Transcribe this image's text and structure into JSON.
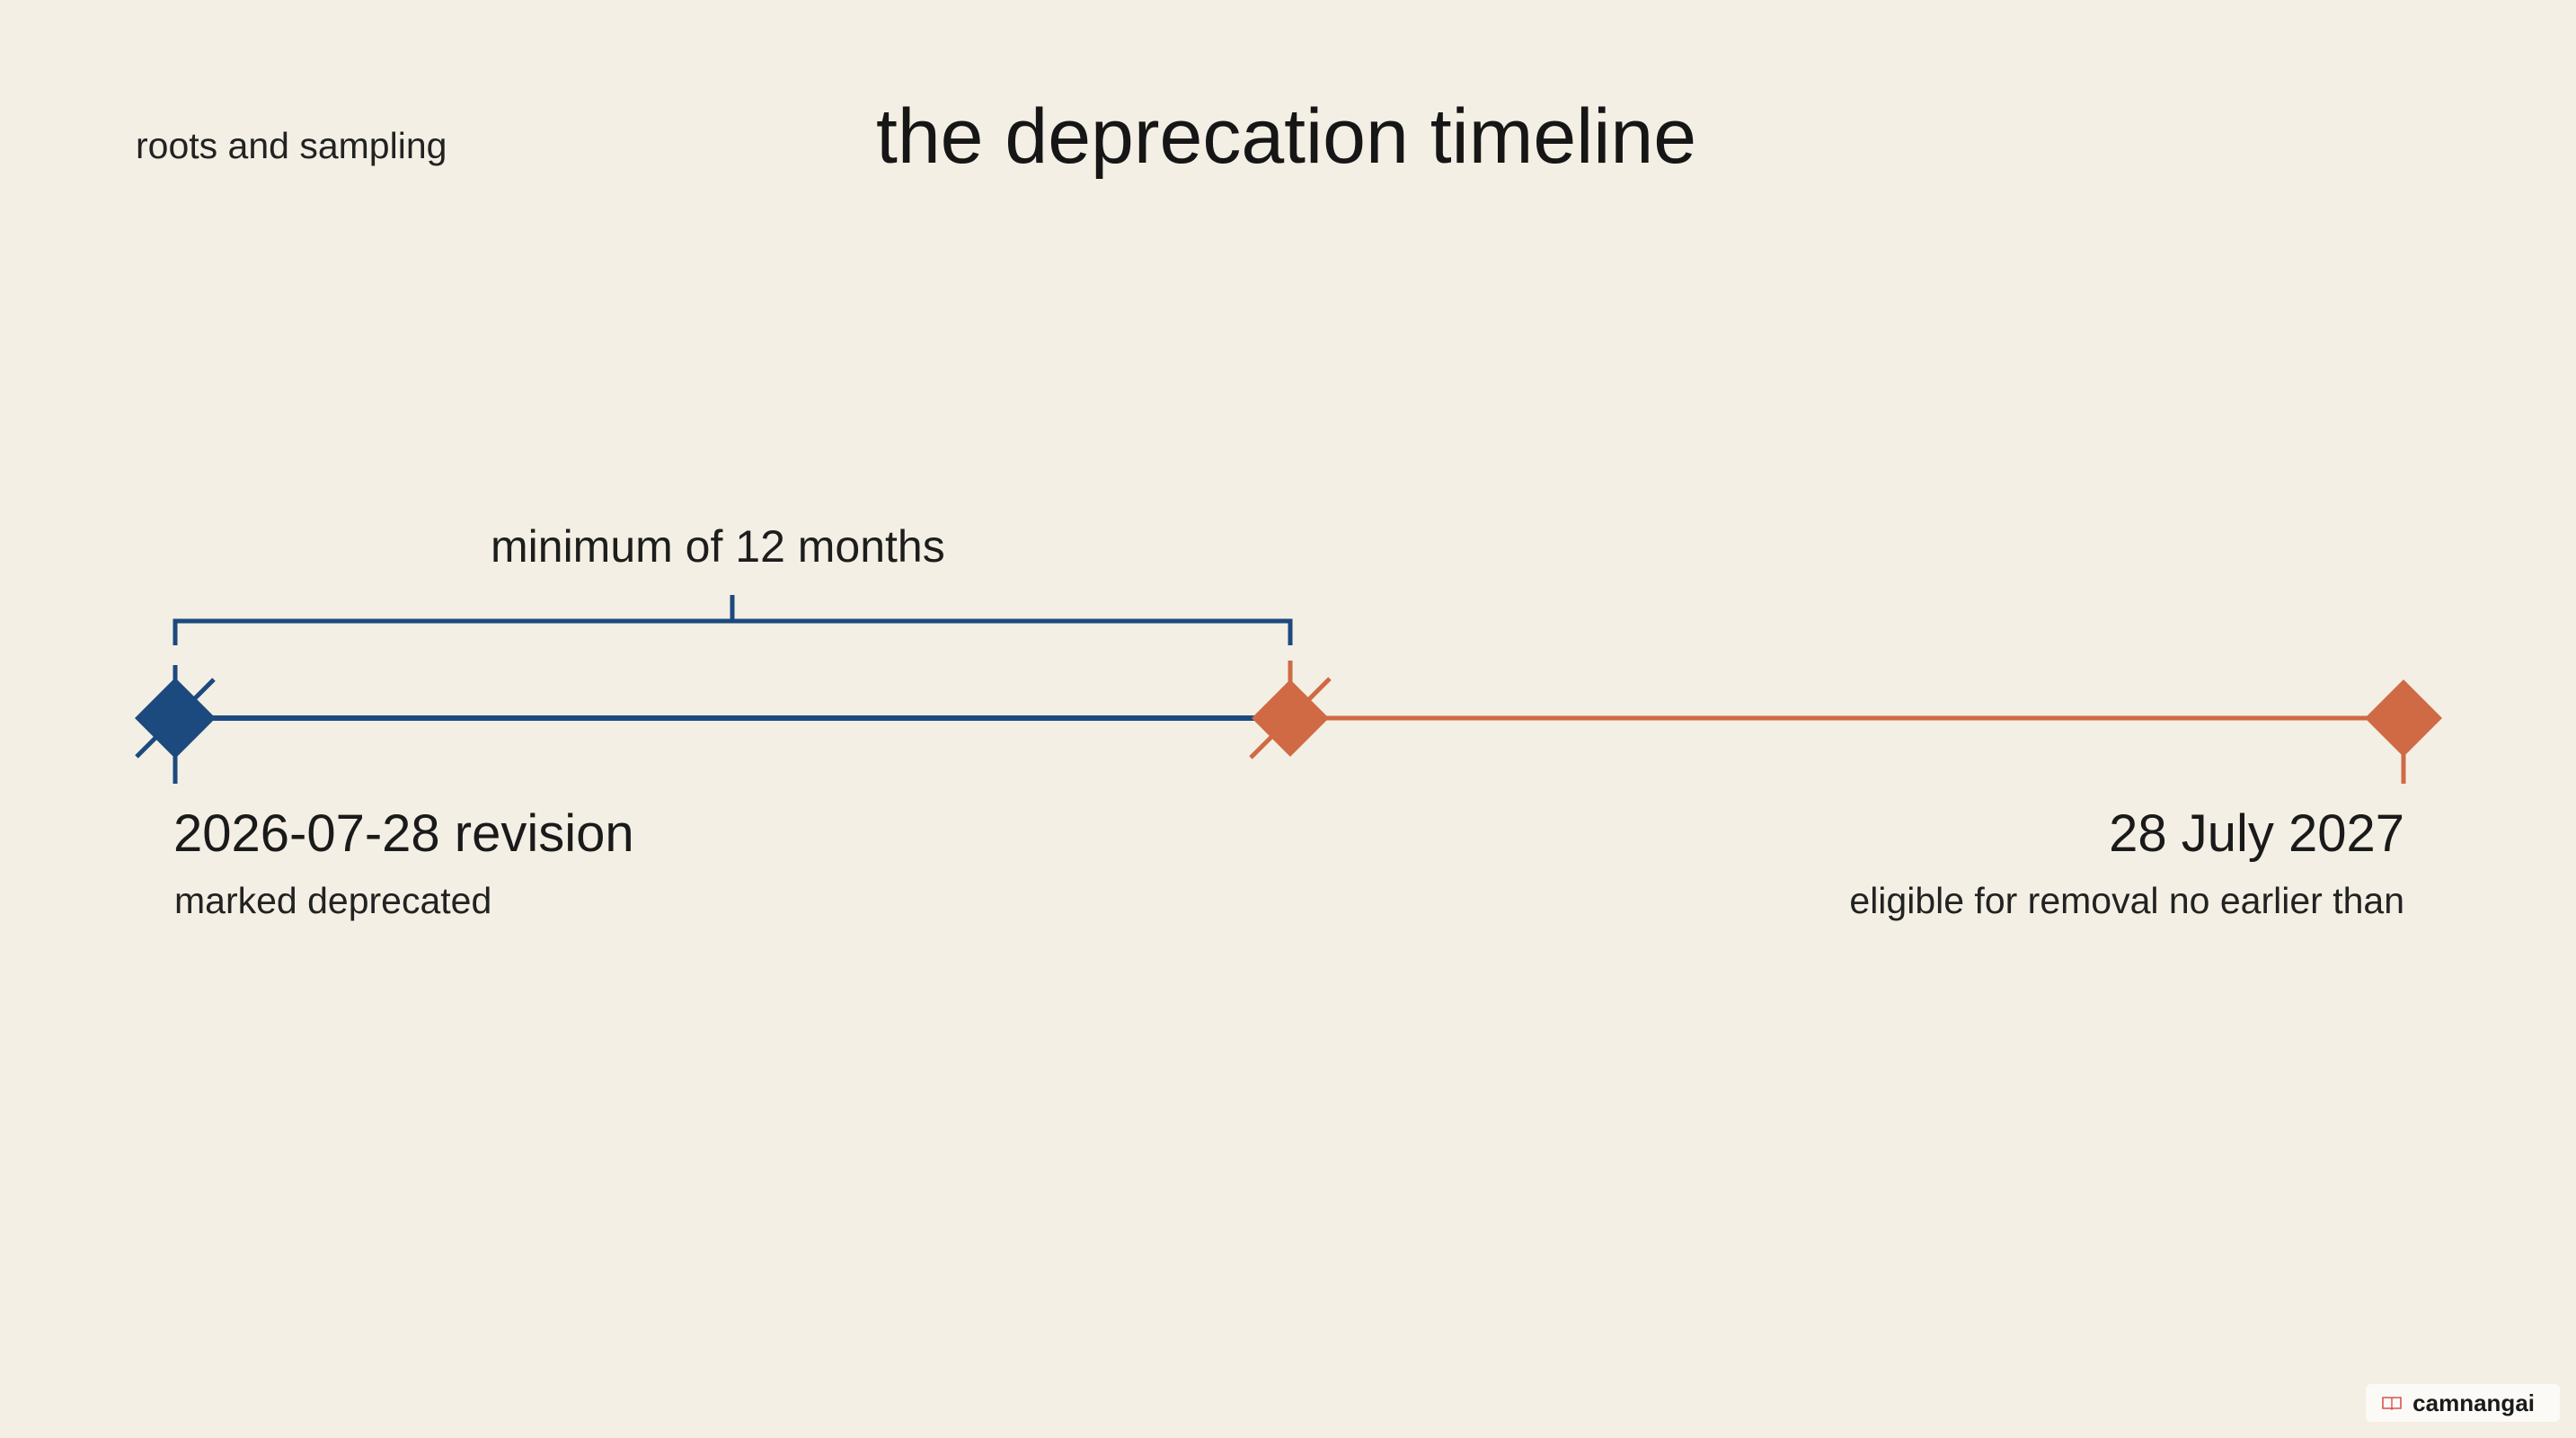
{
  "header": {
    "section_label": "roots and sampling",
    "title": "the deprecation timeline"
  },
  "timeline": {
    "span_label": "minimum of 12 months",
    "start": {
      "date": "2026-07-28 revision",
      "caption": "marked deprecated"
    },
    "end": {
      "date": "28 July 2027",
      "caption": "eligible for removal no earlier than"
    },
    "colors": {
      "deprecated_span": "#1c4a7e",
      "removal_window": "#d06a45"
    }
  },
  "watermark": {
    "text": "camnangai",
    "icon": "book-icon"
  }
}
